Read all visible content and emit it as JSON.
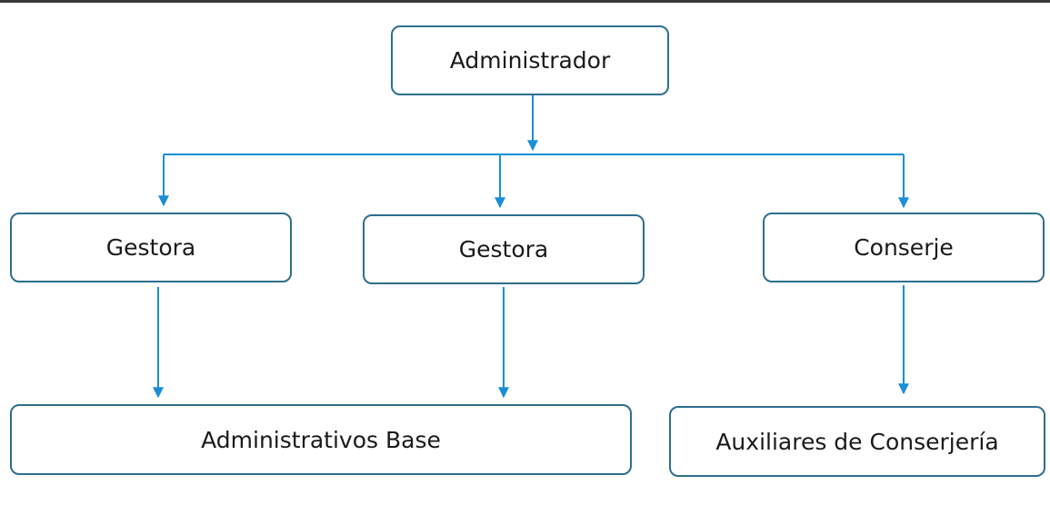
{
  "diagram": {
    "nodes": {
      "administrador": "Administrador",
      "gestora_1": "Gestora",
      "gestora_2": "Gestora",
      "conserje": "Conserje",
      "administrativos_base": "Administrativos Base",
      "auxiliares_conserjeria": "Auxiliares de Conserjería"
    },
    "edges": [
      {
        "from": "administrador",
        "to": "gestora_1"
      },
      {
        "from": "administrador",
        "to": "gestora_2"
      },
      {
        "from": "administrador",
        "to": "conserje"
      },
      {
        "from": "gestora_1",
        "to": "administrativos_base"
      },
      {
        "from": "gestora_2",
        "to": "administrativos_base"
      },
      {
        "from": "conserje",
        "to": "auxiliares_conserjeria"
      }
    ],
    "colors": {
      "connector": "#1a8ed8",
      "box_border": "#2e6e8e"
    }
  }
}
